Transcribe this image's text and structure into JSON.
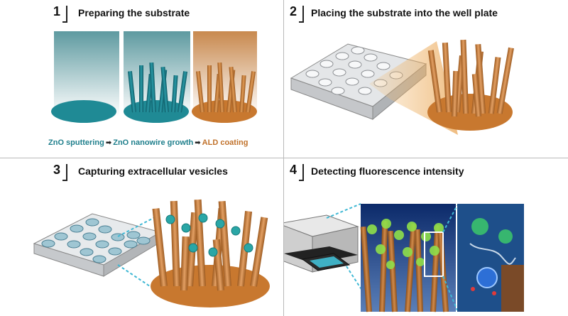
{
  "panels": [
    {
      "number": "1",
      "title": "Preparing the substrate"
    },
    {
      "number": "2",
      "title": "Placing the substrate into the well plate"
    },
    {
      "number": "3",
      "title": "Capturing extracellular vesicles"
    },
    {
      "number": "4",
      "title": "Detecting fluorescence intensity"
    }
  ],
  "legend": {
    "sputtering": "ZnO sputtering",
    "growth": "ZnO nanowire growth",
    "coating": "ALD coating",
    "arrow": "➡"
  },
  "colors": {
    "teal": "#1f7f8c",
    "orange": "#c8782f",
    "divider": "#b9b9b9"
  }
}
